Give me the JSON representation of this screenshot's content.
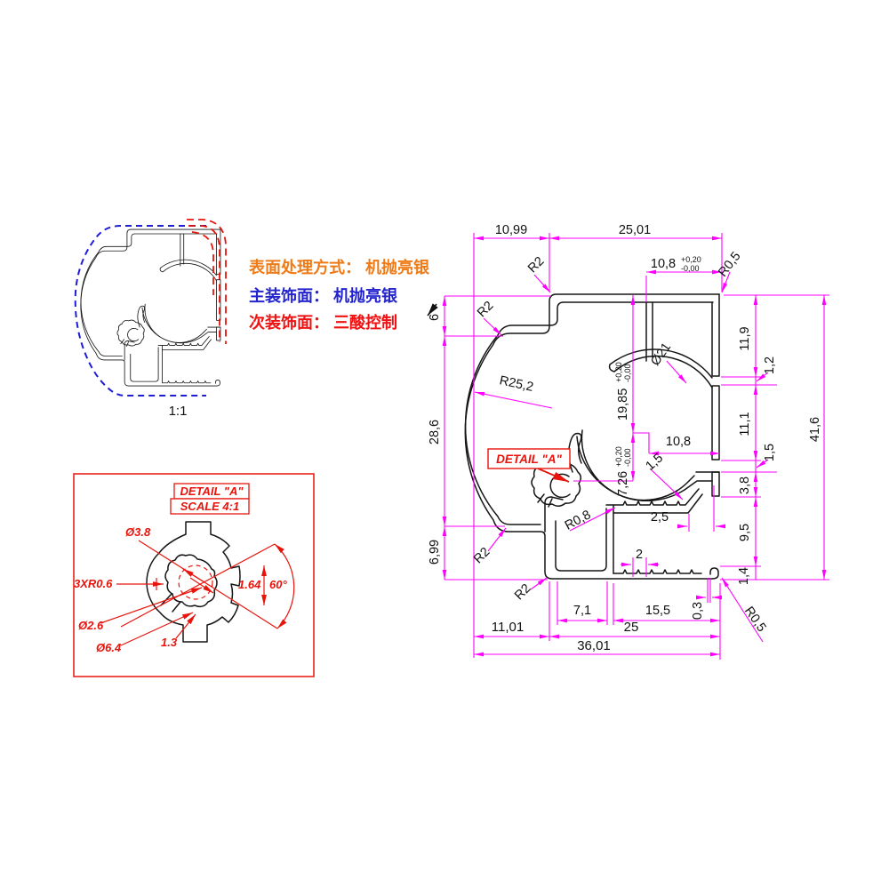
{
  "colors": {
    "dimension_line": "#ff00ff",
    "profile_line": "#161616",
    "detail_red": "#e8140c",
    "note_orange": "#ee7b17",
    "note_blue": "#2424cf",
    "note_red": "#ee1212",
    "envelope_blue": "#1d1dd8"
  },
  "notes": {
    "surface_treatment": "表面处理方式： 机抛亮银",
    "primary_face": "主装饰面： 机抛亮银",
    "secondary_face": "次装饰面： 三酸控制"
  },
  "scale_view": {
    "label": "1:1"
  },
  "detail_view": {
    "title": "DETAIL \"A\"",
    "scale": "SCALE 4:1",
    "dia_3_8": "Ø3.8",
    "r_3x0_6": "3XR0.6",
    "dia_2_6": "Ø2.6",
    "dia_6_4": "Ø6.4",
    "w_1_3": "1.3",
    "h_1_64": "1.64",
    "ang_60": "60°"
  },
  "main": {
    "callout": "DETAIL \"A\"",
    "top": {
      "w1": "10,99",
      "w2": "25,01",
      "w3": "10,8",
      "tp": "+0,20",
      "tm": "-0,00",
      "r05": "R0,5"
    },
    "left": {
      "h1": "6",
      "h2": "28,6",
      "h3": "6,99",
      "r2": "R2",
      "r252": "R25,2"
    },
    "center": {
      "h1985": "19,85",
      "h726": "7,26",
      "tp": "+0,20",
      "tm": "-0,00",
      "dia21": "Ø21",
      "w108": "10,8",
      "t15": "1,5",
      "w25": "2,5",
      "p2": "2",
      "r08": "R0,8"
    },
    "right": {
      "h119": "11,9",
      "h12": "1,2",
      "h111": "11,1",
      "h15": "1,5",
      "h38": "3,8",
      "h95": "9,5",
      "h14": "1,4",
      "h416": "41,6",
      "r05": "R0,5"
    },
    "bottom": {
      "w71": "7,1",
      "w155": "15,5",
      "w03": "0,3",
      "w1101": "11,01",
      "w25": "25",
      "w3601": "36,01"
    }
  }
}
